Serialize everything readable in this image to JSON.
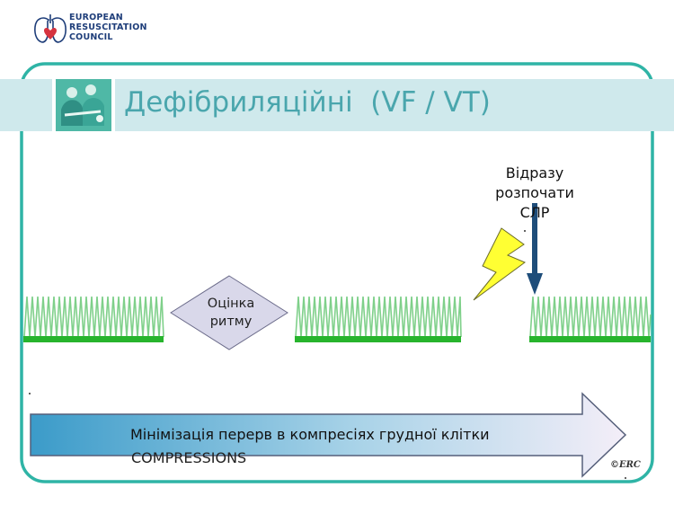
{
  "organization": {
    "line1": "EUROPEAN",
    "line2": "RESUSCITATION",
    "line3": "COUNCIL"
  },
  "slide": {
    "title": "Дефібриляційні  (VF / VT)",
    "rhythm_check": {
      "line1": "Оцінка",
      "line2": "ритму"
    },
    "immediate_cpr": {
      "line1": "Відразу",
      "line2": "розпочати",
      "line3": "СЛР"
    },
    "arrow_message": "Мінімізація перерв в компресіях грудної клітки",
    "arrow_ghost_text": "COMPRESSIONS",
    "signature": "©ERC"
  },
  "colors": {
    "frame": "#2fb4a6",
    "title_band": "#cfe9ec",
    "title_text": "#4aa6ad",
    "compression_zigzag": "#7fd08a",
    "compression_bar": "#27b42d",
    "diamond_fill": "#d9d8ea",
    "lightning": "#ffff33",
    "cpr_arrow": "#1e4d7a",
    "arrow_gradient_start": "#3b9bc9",
    "arrow_gradient_end": "#f2ecf7"
  },
  "icons": {
    "logo": "heart-lungs-icon",
    "title_image": "resuscitation-team-icon",
    "shock": "lightning-bolt-icon",
    "cpr_start": "down-arrow-icon"
  }
}
